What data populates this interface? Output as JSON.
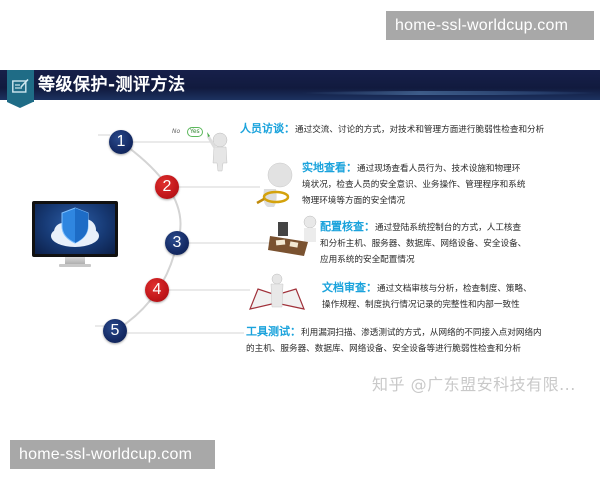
{
  "watermarks": {
    "top": "home-ssl-worldcup.com",
    "bottom": "home-ssl-worldcup.com",
    "zhihu": "知乎 @广东盟安科技有限..."
  },
  "header": {
    "title": "等级保护-测评方法",
    "icon": "edit-note-icon",
    "colors": {
      "bar": "#141d45",
      "tab": "#1f6c86"
    }
  },
  "monitor": {
    "icon": "cloud-shield-icon"
  },
  "steps": [
    {
      "number": "1",
      "color": "blue",
      "title": "人员访谈",
      "colon": "：",
      "lines": [
        "通过交流、讨论的方式，对技术和管理方面进行脆弱性检查和分析"
      ],
      "figure": "figure-yes-no-icon",
      "figure_labels": {
        "no": "No",
        "yes": "Yes"
      }
    },
    {
      "number": "2",
      "color": "red",
      "title": "实地查看",
      "colon": "：",
      "lines": [
        "通过现场查看人员行为、技术设施和物理环",
        "境状况，检查人员的安全意识、业务操作、管理程序和系统",
        "物理环境等方面的安全情况"
      ],
      "figure": "magnifier-figure-icon"
    },
    {
      "number": "3",
      "color": "blue",
      "title": "配置核查",
      "colon": "：",
      "lines": [
        "通过登陆系统控制台的方式，人工核查",
        "和分析主机、服务器、数据库、网络设备、安全设备、",
        "应用系统的安全配置情况"
      ],
      "figure": "desk-figure-icon"
    },
    {
      "number": "4",
      "color": "red",
      "title": "文档审查",
      "colon": "：",
      "lines": [
        "通过文档审核与分析，检查制度、策略、",
        "操作规程、制度执行情况记录的完整性和内部一致性"
      ],
      "figure": "book-figure-icon"
    },
    {
      "number": "5",
      "color": "blue",
      "title": "工具测试",
      "colon": "：",
      "lines": [
        "利用漏洞扫描、渗透测试的方式，从网络的不同接入点对网络内",
        "的主机、服务器、数据库、网络设备、安全设备等进行脆弱性检查和分析"
      ],
      "figure": "none"
    }
  ],
  "colors": {
    "accent": "#1ba3dc",
    "blue": "#142a64",
    "red": "#c0161a"
  }
}
